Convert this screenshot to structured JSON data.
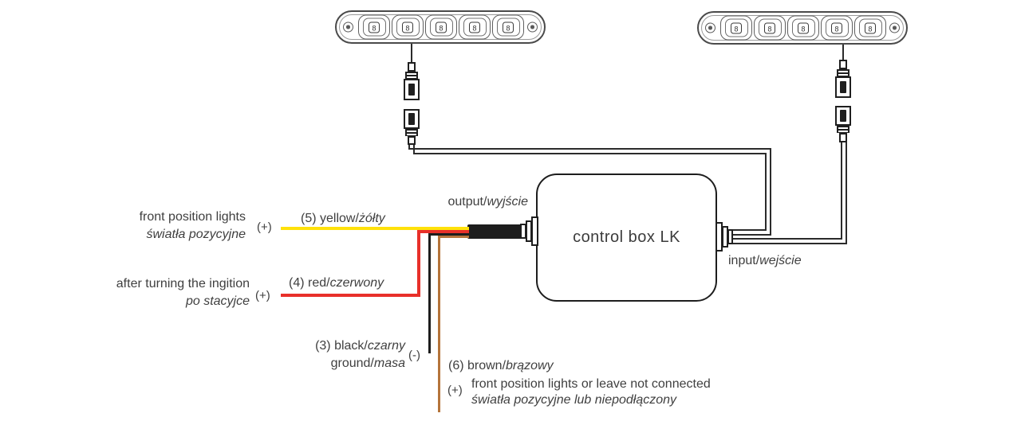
{
  "colors": {
    "yellow_wire": "#ffe10a",
    "red_wire": "#e8302a",
    "black_wire": "#1d1d1d",
    "brown_wire": "#b5743b",
    "line": "#2b2b2b",
    "text": "#3f3f3f"
  },
  "control_box": {
    "label": "control box LK"
  },
  "ports": {
    "output": {
      "en": "output/",
      "pl": "wyjście"
    },
    "input": {
      "en": "input/",
      "pl": "wejście"
    }
  },
  "wires": {
    "yellow": {
      "label_en": "(5) yellow/",
      "label_pl": "żółty",
      "polarity": "(+)",
      "desc_en": "front position lights",
      "desc_pl": "światła pozycyjne"
    },
    "red": {
      "label_en": "(4) red/",
      "label_pl": "czerwony",
      "polarity": "(+)",
      "desc_en": "after turning the ingition",
      "desc_pl": "po stacyjce"
    },
    "black": {
      "label_en": "(3) black/",
      "label_pl": "czarny",
      "label2_en": "ground/",
      "label2_pl": "masa",
      "polarity": "(-)"
    },
    "brown": {
      "label_en": "(6) brown/",
      "label_pl": "brązowy",
      "polarity": "(+)",
      "desc_en": "front position lights or leave not connected",
      "desc_pl": "światła pozycyjne lub niepodłączony"
    }
  },
  "led_bars": {
    "count": 2,
    "leds_per_bar": 5
  }
}
